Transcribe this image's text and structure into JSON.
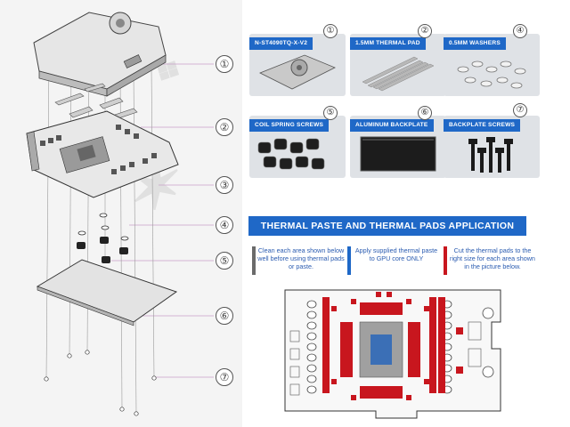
{
  "colors": {
    "accent": "#1f68c7",
    "panel_bg": "#f4f4f4",
    "card_bg": "#dfe2e6",
    "thermal_pad_red": "#c8161e",
    "gpu_core_blue": "#3b6fb6",
    "gray_bar": "#6b6b6b"
  },
  "left_callouts": [
    "①",
    "②",
    "③",
    "④",
    "⑤",
    "⑥",
    "⑦"
  ],
  "components": [
    {
      "num": "①",
      "title": "N-ST4090TQ-X-V2"
    },
    {
      "num": "②",
      "title": "1.5MM THERMAL PAD"
    },
    {
      "num": "④",
      "title": "0.5MM WASHERS"
    },
    {
      "num": "⑤",
      "title": "COIL SPRING SCREWS"
    },
    {
      "num": "⑥",
      "title": "ALUMINUM BACKPLATE"
    },
    {
      "num": "⑦",
      "title": "BACKPLATE SCREWS"
    }
  ],
  "application": {
    "title": "THERMAL PASTE AND THERMAL PADS APPLICATION",
    "notes": [
      {
        "text": "Clean each area shown below well before using thermal pads or paste.",
        "bar_color": "gray"
      },
      {
        "text": "Apply supplied thermal paste to GPU core ONLY",
        "bar_color": "blue"
      },
      {
        "text": "Cut the thermal pads to the right size for each area shown in the picture below.",
        "bar_color": "red"
      }
    ]
  },
  "icons": [
    "watermark-logo-icon",
    "exploded-view-icon",
    "pcb-diagram-icon"
  ]
}
